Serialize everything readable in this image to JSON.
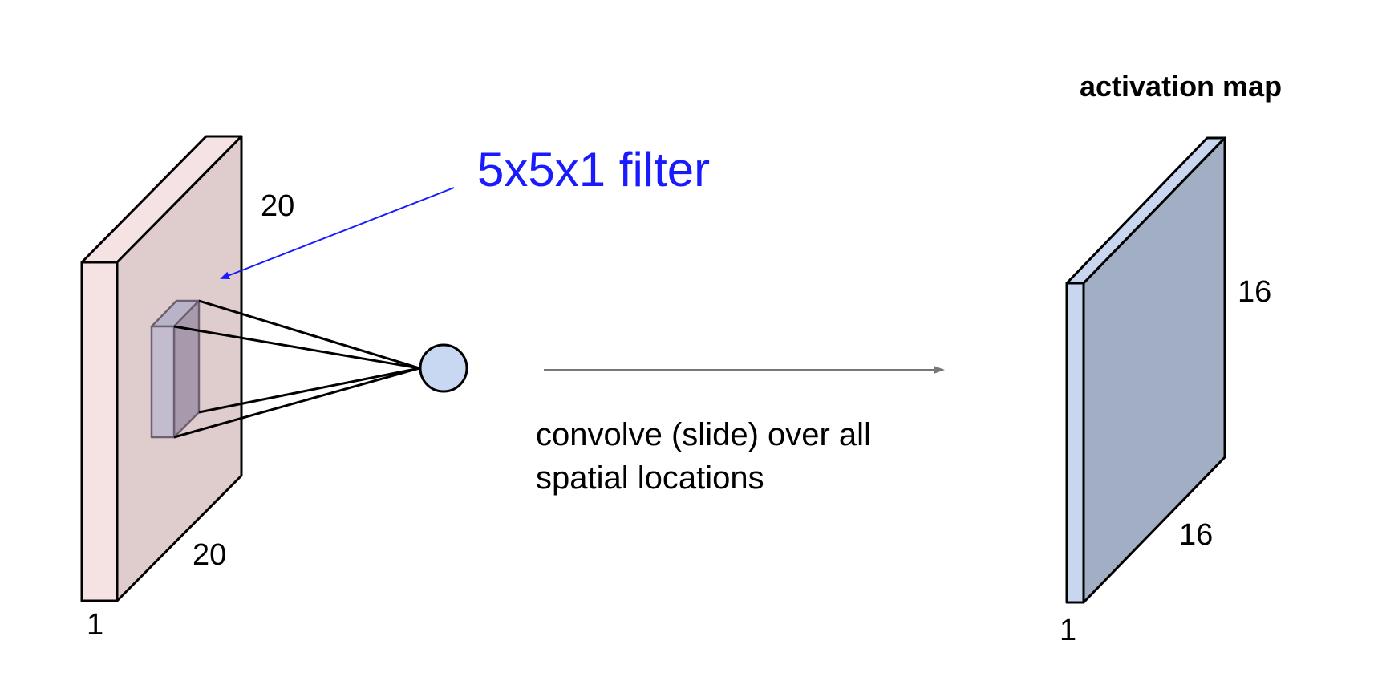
{
  "filter_label": "5x5x1 filter",
  "activation_title": "activation map",
  "convolve_text": {
    "line1": "convolve (slide) over all",
    "line2": "spatial locations"
  },
  "input_volume": {
    "height": "20",
    "width": "20",
    "depth": "1",
    "front_color": "#f5e3e3",
    "face_color": "#dfcccc"
  },
  "output_volume": {
    "height": "16",
    "width": "16",
    "depth": "1",
    "front_color": "#c8d6ef",
    "face_color": "#a1aec4"
  },
  "neuron_color": "#c8d8f2",
  "filter_arrow_color": "#1a1aff",
  "slide_arrow_color": "#777777"
}
